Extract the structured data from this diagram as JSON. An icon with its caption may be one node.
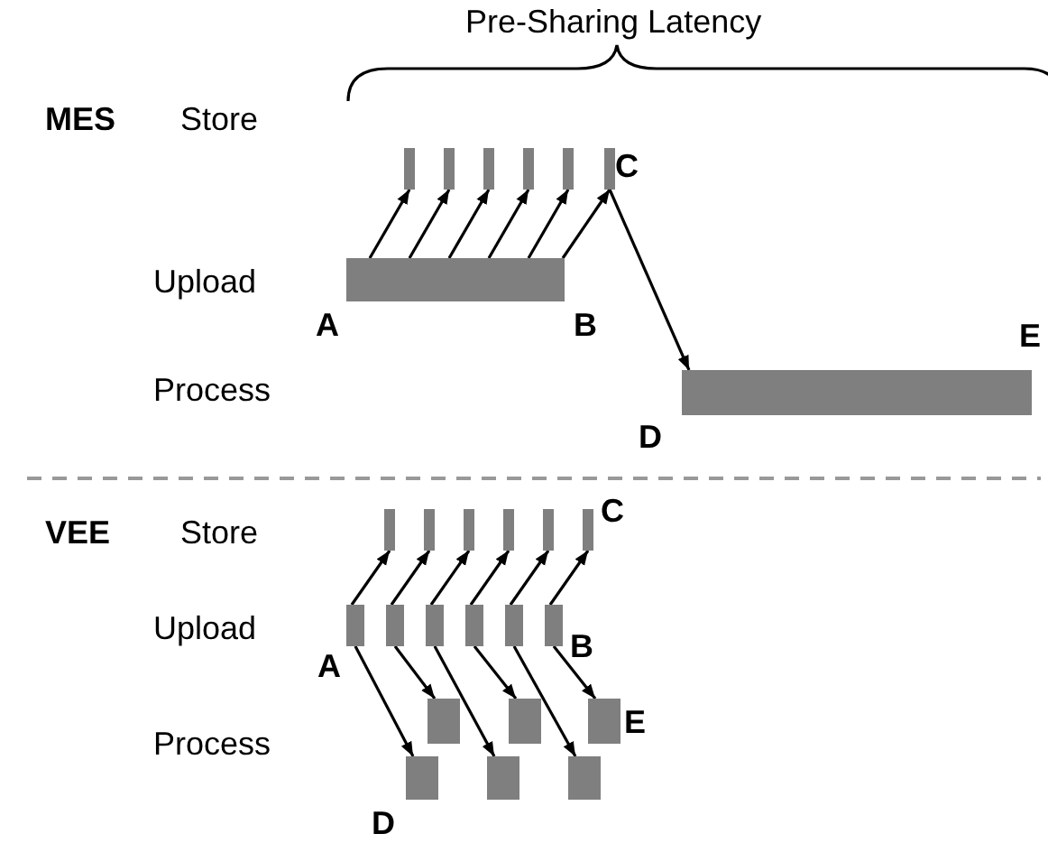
{
  "diagram": {
    "nodes": [
      {
        "text": [],
        "shape": "bar"
      },
      {
        "text": [],
        "shape": "bar"
      },
      {
        "text": [],
        "shape": "bar"
      },
      {
        "text": [],
        "shape": "bar"
      },
      {
        "text": [],
        "shape": "bar"
      },
      {
        "text": [],
        "shape": "bar",
        "beside": [
          "C"
        ]
      },
      {
        "text": [],
        "shape": "bar",
        "beside": [
          "A",
          "B"
        ]
      },
      {
        "text": [],
        "shape": "bar",
        "beside": [
          "D",
          "E"
        ]
      },
      {
        "text": [],
        "shape": "bar"
      },
      {
        "text": [],
        "shape": "bar"
      },
      {
        "text": [],
        "shape": "bar"
      },
      {
        "text": [],
        "shape": "bar"
      },
      {
        "text": [],
        "shape": "bar"
      },
      {
        "text": [],
        "shape": "bar",
        "beside": [
          "C"
        ]
      },
      {
        "text": [],
        "shape": "bar",
        "beside": [
          "A"
        ]
      },
      {
        "text": [],
        "shape": "bar"
      },
      {
        "text": [],
        "shape": "bar"
      },
      {
        "text": [],
        "shape": "bar"
      },
      {
        "text": [],
        "shape": "bar"
      },
      {
        "text": [],
        "shape": "bar",
        "beside": [
          "B"
        ]
      },
      {
        "text": [],
        "shape": "bar"
      },
      {
        "text": [],
        "shape": "bar"
      },
      {
        "text": [],
        "shape": "bar",
        "beside": [
          "E"
        ]
      },
      {
        "text": [],
        "shape": "bar",
        "beside": [
          "D"
        ]
      },
      {
        "text": [],
        "shape": "bar"
      },
      {
        "text": [],
        "shape": "bar"
      }
    ],
    "edges": [
      {
        "from": 6,
        "to": 0,
        "arrow": "to"
      },
      {
        "from": 6,
        "to": 1,
        "arrow": "to"
      },
      {
        "from": 6,
        "to": 2,
        "arrow": "to"
      },
      {
        "from": 6,
        "to": 3,
        "arrow": "to"
      },
      {
        "from": 6,
        "to": 4,
        "arrow": "to"
      },
      {
        "from": 6,
        "to": 5,
        "arrow": "to"
      },
      {
        "from": 5,
        "to": 7,
        "arrow": "to"
      },
      {
        "from": 14,
        "to": 8,
        "arrow": "to"
      },
      {
        "from": 15,
        "to": 9,
        "arrow": "to"
      },
      {
        "from": 16,
        "to": 10,
        "arrow": "to"
      },
      {
        "from": 17,
        "to": 11,
        "arrow": "to"
      },
      {
        "from": 18,
        "to": 12,
        "arrow": "to"
      },
      {
        "from": 19,
        "to": 13,
        "arrow": "to"
      },
      {
        "from": 14,
        "to": 23,
        "arrow": "to"
      },
      {
        "from": 15,
        "to": 20,
        "arrow": "to"
      },
      {
        "from": 16,
        "to": 24,
        "arrow": "to"
      },
      {
        "from": 17,
        "to": 21,
        "arrow": "to"
      },
      {
        "from": 18,
        "to": 25,
        "arrow": "to"
      },
      {
        "from": 19,
        "to": 22,
        "arrow": "to"
      }
    ],
    "labels": [
      "Pre-Sharing Latency",
      "MES",
      "Store",
      "Upload",
      "Process",
      "VEE",
      "Store",
      "Upload",
      "Process"
    ]
  }
}
